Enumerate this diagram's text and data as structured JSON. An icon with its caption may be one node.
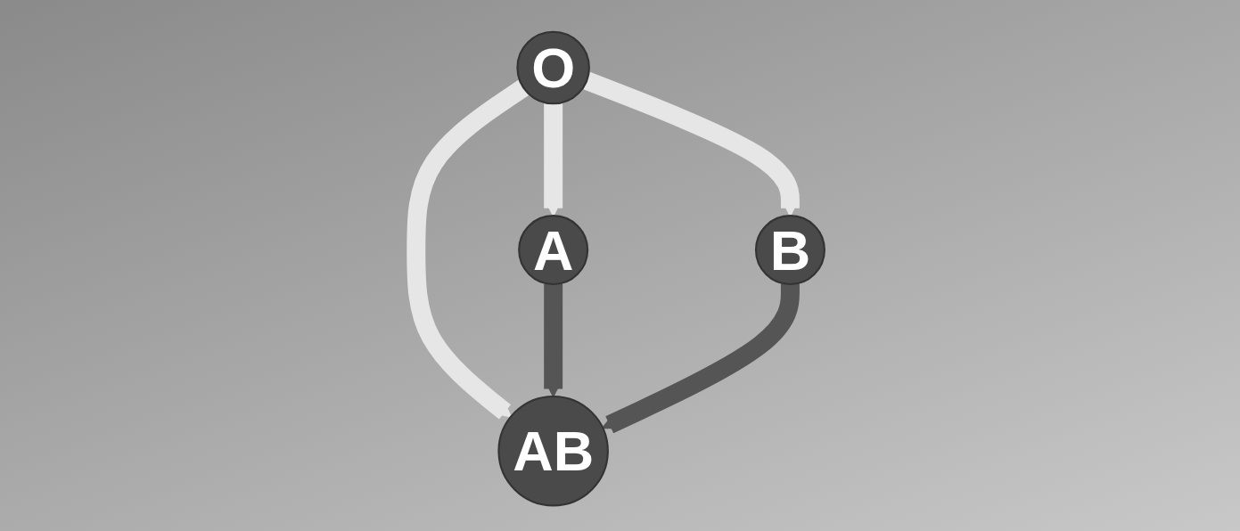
{
  "diagram": {
    "nodes": [
      {
        "text": [
          "O"
        ]
      },
      {
        "text": [
          "A"
        ]
      },
      {
        "text": [
          "B"
        ]
      },
      {
        "text": [
          "AB"
        ]
      }
    ],
    "edges": [
      {
        "from": 0,
        "to": 1,
        "arrow": "to"
      },
      {
        "from": 0,
        "to": 3,
        "arrow": "to"
      },
      {
        "from": 0,
        "to": 2,
        "arrow": "to"
      },
      {
        "from": 1,
        "to": 3,
        "arrow": "to",
        "color": "#555555"
      },
      {
        "from": 2,
        "to": 3,
        "arrow": "to",
        "color": "#555555"
      }
    ]
  }
}
